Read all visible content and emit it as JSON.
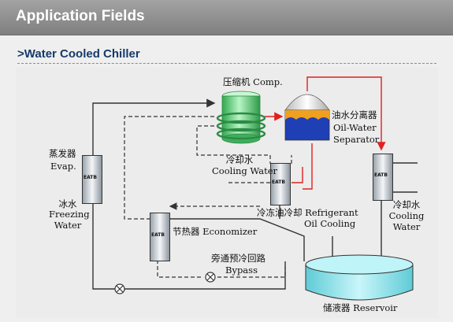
{
  "header": {
    "title": "Application Fields"
  },
  "section": {
    "title": ">Water Cooled Chiller"
  },
  "diagram": {
    "compressor_label": "压缩机 Comp.",
    "separator_label_cn": "油水分离器",
    "separator_label_en_1": "Oil-Water",
    "separator_label_en_2": "Separator",
    "evaporator_label_cn": "蒸发器",
    "evaporator_label_en": "Evap.",
    "freezing_water_cn": "冰水",
    "freezing_water_en_1": "Freezing",
    "freezing_water_en_2": "Water",
    "cooling_water_left_cn": "冷却水",
    "cooling_water_left_en": "Cooling Water",
    "refrigerant_oil_cooling_1": "冷冻油冷却 Refrigerant",
    "refrigerant_oil_cooling_2": "Oil Cooling",
    "cooling_water_right_cn": "冷却水",
    "cooling_water_right_en_1": "Cooling",
    "cooling_water_right_en_2": "Water",
    "economizer_label": "节热器 Economizer",
    "bypass_label_cn": "旁通预冷回路",
    "bypass_label_en": "Bypass",
    "reservoir_label": "储液器 Reservoir",
    "exchanger_brand": "EATB"
  },
  "colors": {
    "refrigerant_line": "#e02020",
    "pipe_line": "#333333",
    "compressor": "#5fd07a",
    "reservoir_liquid": "#8fe6ef",
    "separator_oil": "#1f3fb5",
    "separator_oil_band": "#f0a020"
  }
}
